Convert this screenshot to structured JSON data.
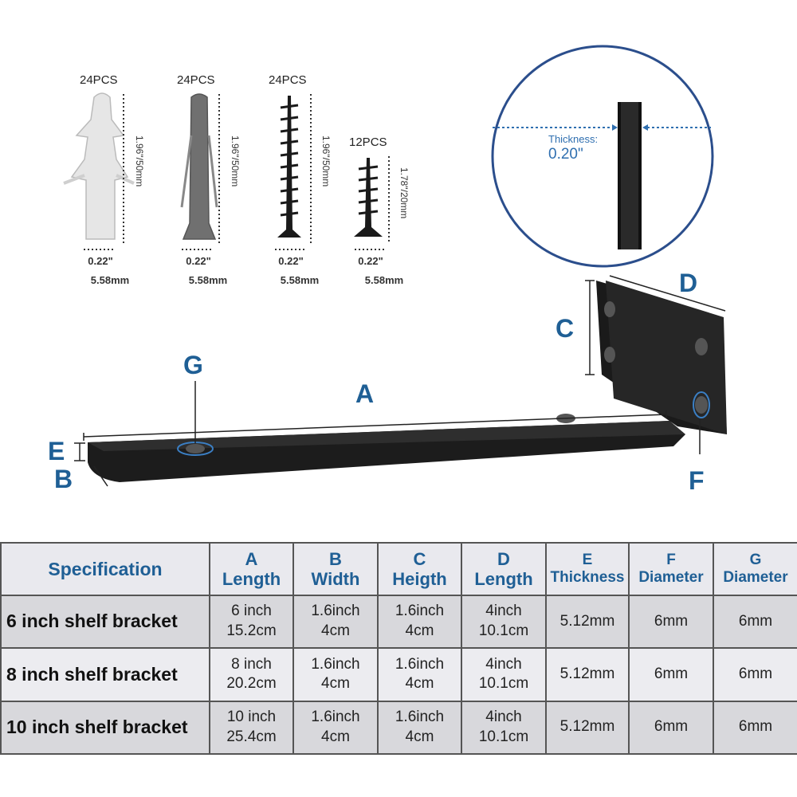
{
  "hardware": [
    {
      "qty": "24PCS",
      "length": "1.96\"/50mm",
      "width_in": "0.22\"",
      "width_mm": "5.58mm"
    },
    {
      "qty": "24PCS",
      "length": "1.96\"/50mm",
      "width_in": "0.22\"",
      "width_mm": "5.58mm"
    },
    {
      "qty": "24PCS",
      "length": "1.96\"/50mm",
      "width_in": "0.22\"",
      "width_mm": "5.58mm"
    },
    {
      "qty": "12PCS",
      "length": "1.78\"/20mm",
      "width_in": "0.22\"",
      "width_mm": "5.58mm"
    }
  ],
  "thickness": {
    "label": "Thickness:",
    "value": "0.20\""
  },
  "diagram_letters": {
    "a": "A",
    "b": "B",
    "c": "C",
    "d": "D",
    "e": "E",
    "f": "F",
    "g": "G"
  },
  "table": {
    "title": "Specification",
    "headers": [
      {
        "letter": "A",
        "name": "Length"
      },
      {
        "letter": "B",
        "name": "Width"
      },
      {
        "letter": "C",
        "name": "Heigth"
      },
      {
        "letter": "D",
        "name": "Length"
      },
      {
        "letter": "E",
        "name": "Thickness"
      },
      {
        "letter": "F",
        "name": "Diameter"
      },
      {
        "letter": "G",
        "name": "Diameter"
      }
    ],
    "rows": [
      {
        "name": "6 inch shelf bracket",
        "cells": [
          [
            "6 inch",
            "15.2cm"
          ],
          [
            "1.6inch",
            "4cm"
          ],
          [
            "1.6inch",
            "4cm"
          ],
          [
            "4inch",
            "10.1cm"
          ],
          [
            "5.12mm"
          ],
          [
            "6mm"
          ],
          [
            "6mm"
          ]
        ]
      },
      {
        "name": "8 inch shelf bracket",
        "cells": [
          [
            "8 inch",
            "20.2cm"
          ],
          [
            "1.6inch",
            "4cm"
          ],
          [
            "1.6inch",
            "4cm"
          ],
          [
            "4inch",
            "10.1cm"
          ],
          [
            "5.12mm"
          ],
          [
            "6mm"
          ],
          [
            "6mm"
          ]
        ]
      },
      {
        "name": "10 inch shelf bracket",
        "cells": [
          [
            "10 inch",
            "25.4cm"
          ],
          [
            "1.6inch",
            "4cm"
          ],
          [
            "1.6inch",
            "4cm"
          ],
          [
            "4inch",
            "10.1cm"
          ],
          [
            "5.12mm"
          ],
          [
            "6mm"
          ],
          [
            "6mm"
          ]
        ]
      }
    ]
  }
}
